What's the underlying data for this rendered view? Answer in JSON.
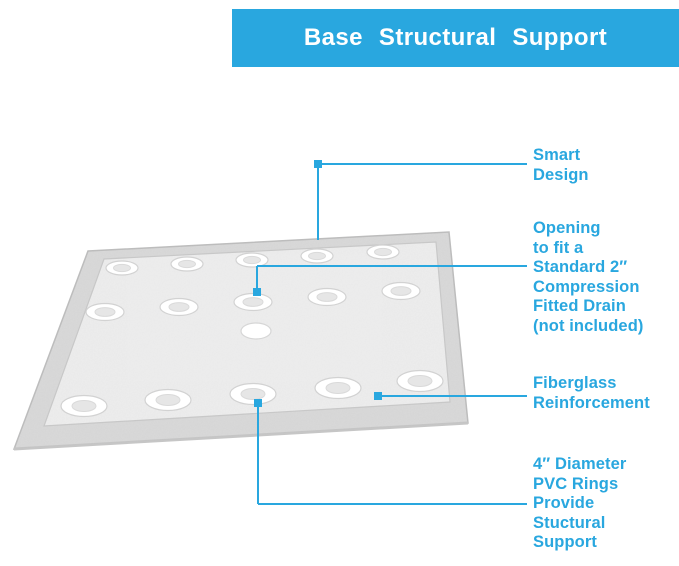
{
  "colors": {
    "accent": "#29A7DF",
    "header_text": "#FFFFFF"
  },
  "header": {
    "title": "Base Structural Support"
  },
  "callouts": [
    {
      "name": "smart-design",
      "lines": [
        "Smart",
        "Design"
      ]
    },
    {
      "name": "drain-opening",
      "lines": [
        "Opening",
        "to fit a",
        "Standard 2″",
        "Compression",
        "Fitted Drain",
        "(not included)"
      ]
    },
    {
      "name": "fiberglass-reinforcement",
      "lines": [
        "Fiberglass",
        "Reinforcement"
      ]
    },
    {
      "name": "pvc-rings",
      "lines": [
        "4″ Diameter",
        "PVC Rings",
        "Provide",
        "Stuctural",
        "Support"
      ]
    }
  ]
}
